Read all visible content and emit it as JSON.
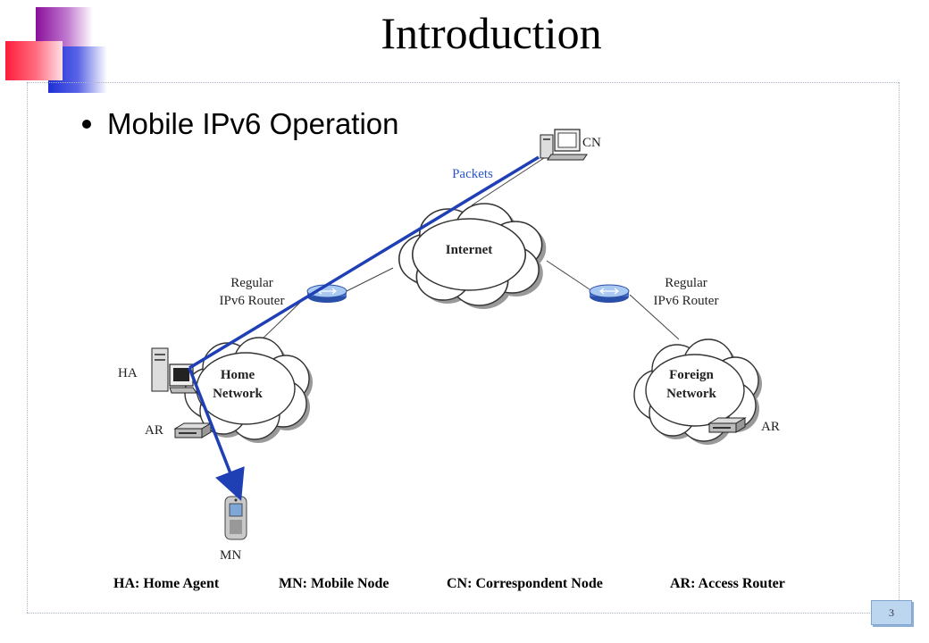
{
  "slide": {
    "title": "Introduction",
    "bullet": "Mobile IPv6 Operation",
    "page_number": "3"
  },
  "diagram": {
    "nodes": {
      "cn": "CN",
      "internet": "Internet",
      "home_network_line1": "Home",
      "home_network_line2": "Network",
      "foreign_network_line1": "Foreign",
      "foreign_network_line2": "Network",
      "left_router_line1": "Regular",
      "left_router_line2": "IPv6 Router",
      "right_router_line1": "Regular",
      "right_router_line2": "IPv6 Router",
      "ha": "HA",
      "ar_home": "AR",
      "ar_foreign": "AR",
      "mn": "MN"
    },
    "packets_label": "Packets",
    "packets_color": "#1f3fb5"
  },
  "legend": {
    "ha": "HA: Home Agent",
    "mn": "MN: Mobile Node",
    "cn": "CN: Correspondent Node",
    "ar": "AR: Access Router"
  },
  "colors": {
    "deco_purple": "#8a0f9a",
    "deco_blue": "#1e2fd6",
    "deco_red": "#ff2a44"
  }
}
